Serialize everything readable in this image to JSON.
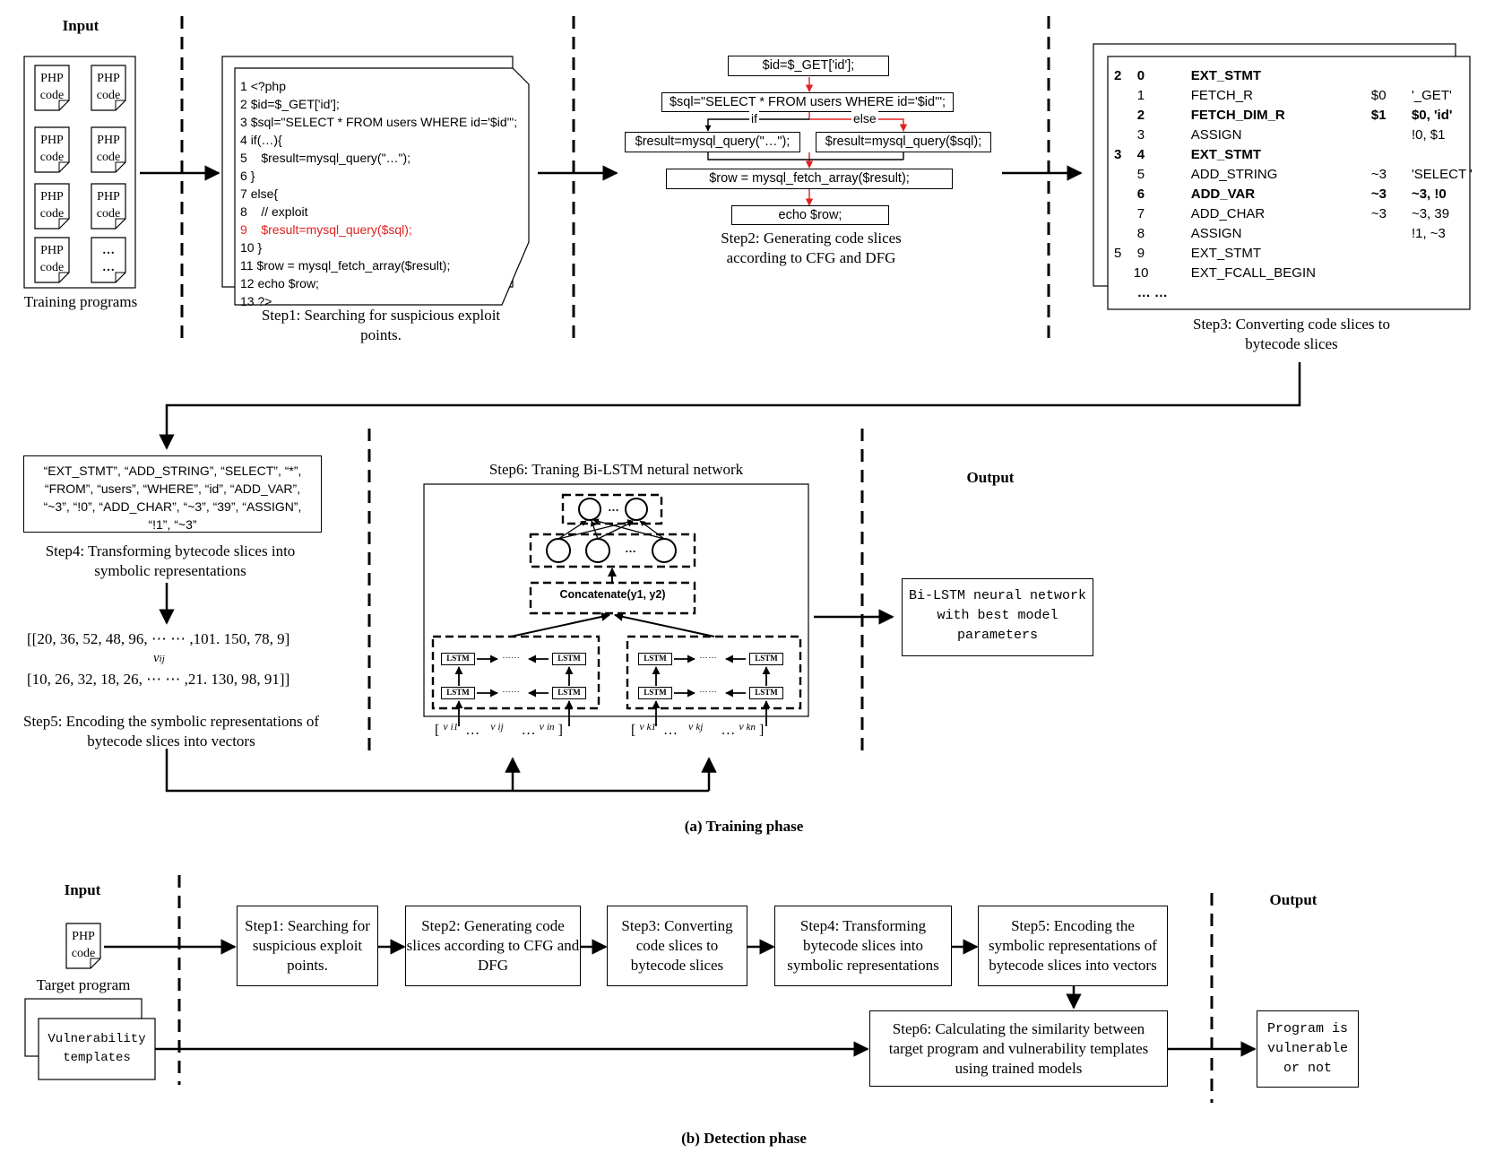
{
  "training": {
    "input_title": "Input",
    "php_label_1": "PHP",
    "php_label_2": "code",
    "more_label": "…",
    "training_programs": "Training programs",
    "code_lines": [
      {
        "n": "1",
        "t": "<?php"
      },
      {
        "n": "2",
        "t": "$id=$_GET['id'];"
      },
      {
        "n": "3",
        "t": "$sql=\"SELECT * FROM users WHERE id='$id'\";"
      },
      {
        "n": "4",
        "t": "if(…){"
      },
      {
        "n": "5",
        "t": "   $result=mysql_query(\"…\");"
      },
      {
        "n": "6",
        "t": "}"
      },
      {
        "n": "7",
        "t": "else{"
      },
      {
        "n": "8",
        "t": "   // exploit"
      },
      {
        "n": "9",
        "t": "   $result=mysql_query($sql);"
      },
      {
        "n": "10",
        "t": "}"
      },
      {
        "n": "11",
        "t": "$row = mysql_fetch_array($result);"
      },
      {
        "n": "12",
        "t": "echo $row;"
      },
      {
        "n": "13",
        "t": "?>"
      }
    ],
    "highlight_color": "#e02020",
    "step1": "Step1: Searching for suspicious exploit points.",
    "flow": {
      "n1": "$id=$_GET['id'];",
      "n2": "$sql=\"SELECT * FROM users WHERE id='$id'\";",
      "n3": "$result=mysql_query(\"…\");",
      "n4": "$result=mysql_query($sql);",
      "n5": "$row = mysql_fetch_array($result);",
      "n6": "echo $row;",
      "if_label": "if",
      "else_label": "else"
    },
    "step2": "Step2: Generating code slices according to CFG and DFG",
    "bytecode": [
      {
        "a": "2",
        "b": "0",
        "c": "EXT_STMT",
        "d": "",
        "e": "",
        "bold": true
      },
      {
        "a": "",
        "b": "1",
        "c": "FETCH_R",
        "d": "$0",
        "e": "'_GET'",
        "bold": false
      },
      {
        "a": "",
        "b": "2",
        "c": "FETCH_DIM_R",
        "d": "$1",
        "e": "$0, 'id'",
        "bold": true
      },
      {
        "a": "",
        "b": "3",
        "c": "ASSIGN",
        "d": "",
        "e": "!0, $1",
        "bold": false
      },
      {
        "a": "3",
        "b": "4",
        "c": "EXT_STMT",
        "d": "",
        "e": "",
        "bold": true
      },
      {
        "a": "",
        "b": "5",
        "c": "ADD_STRING",
        "d": "~3",
        "e": "'SELECT '",
        "bold": false
      },
      {
        "a": "",
        "b": "6",
        "c": "ADD_VAR",
        "d": "~3",
        "e": "~3, !0",
        "bold": true
      },
      {
        "a": "",
        "b": "7",
        "c": "ADD_CHAR",
        "d": "~3",
        "e": "~3, 39",
        "bold": false
      },
      {
        "a": "",
        "b": "8",
        "c": "ASSIGN",
        "d": "",
        "e": "!1, ~3",
        "bold": false
      },
      {
        "a": "5",
        "b": "9",
        "c": "EXT_STMT",
        "d": "",
        "e": "",
        "bold": false
      },
      {
        "a": "",
        "b": "10",
        "c": "EXT_FCALL_BEGIN",
        "d": "",
        "e": "",
        "bold": false
      },
      {
        "a": "",
        "b": "… …",
        "c": "",
        "d": "",
        "e": "",
        "bold": true
      }
    ],
    "step3": "Step3: Converting code slices to bytecode slices",
    "symbolic": "“EXT_STMT”, “ADD_STRING”, “SELECT”, “*”, “FROM”, “users”, “WHERE”, “id”, “ADD_VAR”, “~3”, “!0”, “ADD_CHAR”, “~3”, “39”, “ASSIGN”, “!1”, “~3”",
    "step4": "Step4: Transforming bytecode slices into symbolic representations",
    "vec1": "[[20, 36, 52, 48, 96, ⋯ ⋯ ,101. 150,  78, 9]",
    "vij": "v",
    "vij_sub": "ij",
    "vec2": "[10, 26, 32, 18, 26, ⋯ ⋯ ,21. 130,  98, 91]]",
    "step5": "Step5: Encoding the symbolic representations of bytecode slices into vectors",
    "step6": "Step6: Traning Bi-LSTM netural network",
    "concat": "Concatenate(y1, y2)",
    "lstm": "LSTM",
    "dots": "……",
    "ellipsis": "…",
    "vin_left": {
      "open": "[",
      "v1": "v",
      "s1": "i1",
      "mid": "v",
      "s2": "ij",
      "end": "v",
      "s3": "in",
      "close": "]",
      "dots": "…"
    },
    "vin_right": {
      "open": "[",
      "v1": "v",
      "s1": "k1",
      "mid": "v",
      "s2": "kj",
      "end": "v",
      "s3": "kn",
      "close": "]",
      "dots": "…"
    },
    "output_title": "Output",
    "output_box": "Bi-LSTM neural network with best model parameters",
    "caption": "(a) Training phase"
  },
  "detection": {
    "input_title": "Input",
    "php_label_1": "PHP",
    "php_label_2": "code",
    "target_program": "Target program",
    "vuln_templates": "Vulnerability templates",
    "steps": [
      "Step1: Searching for suspicious exploit points.",
      "Step2: Generating code slices according to CFG and DFG",
      "Step3: Converting code slices to bytecode slices",
      "Step4: Transforming bytecode slices into symbolic representations",
      "Step5: Encoding the symbolic representations of bytecode slices into vectors"
    ],
    "step6": "Step6: Calculating the similarity between target program and vulnerability templates using trained models",
    "output_title": "Output",
    "output_box": "Program is vulnerable or not",
    "caption": "(b) Detection phase"
  }
}
